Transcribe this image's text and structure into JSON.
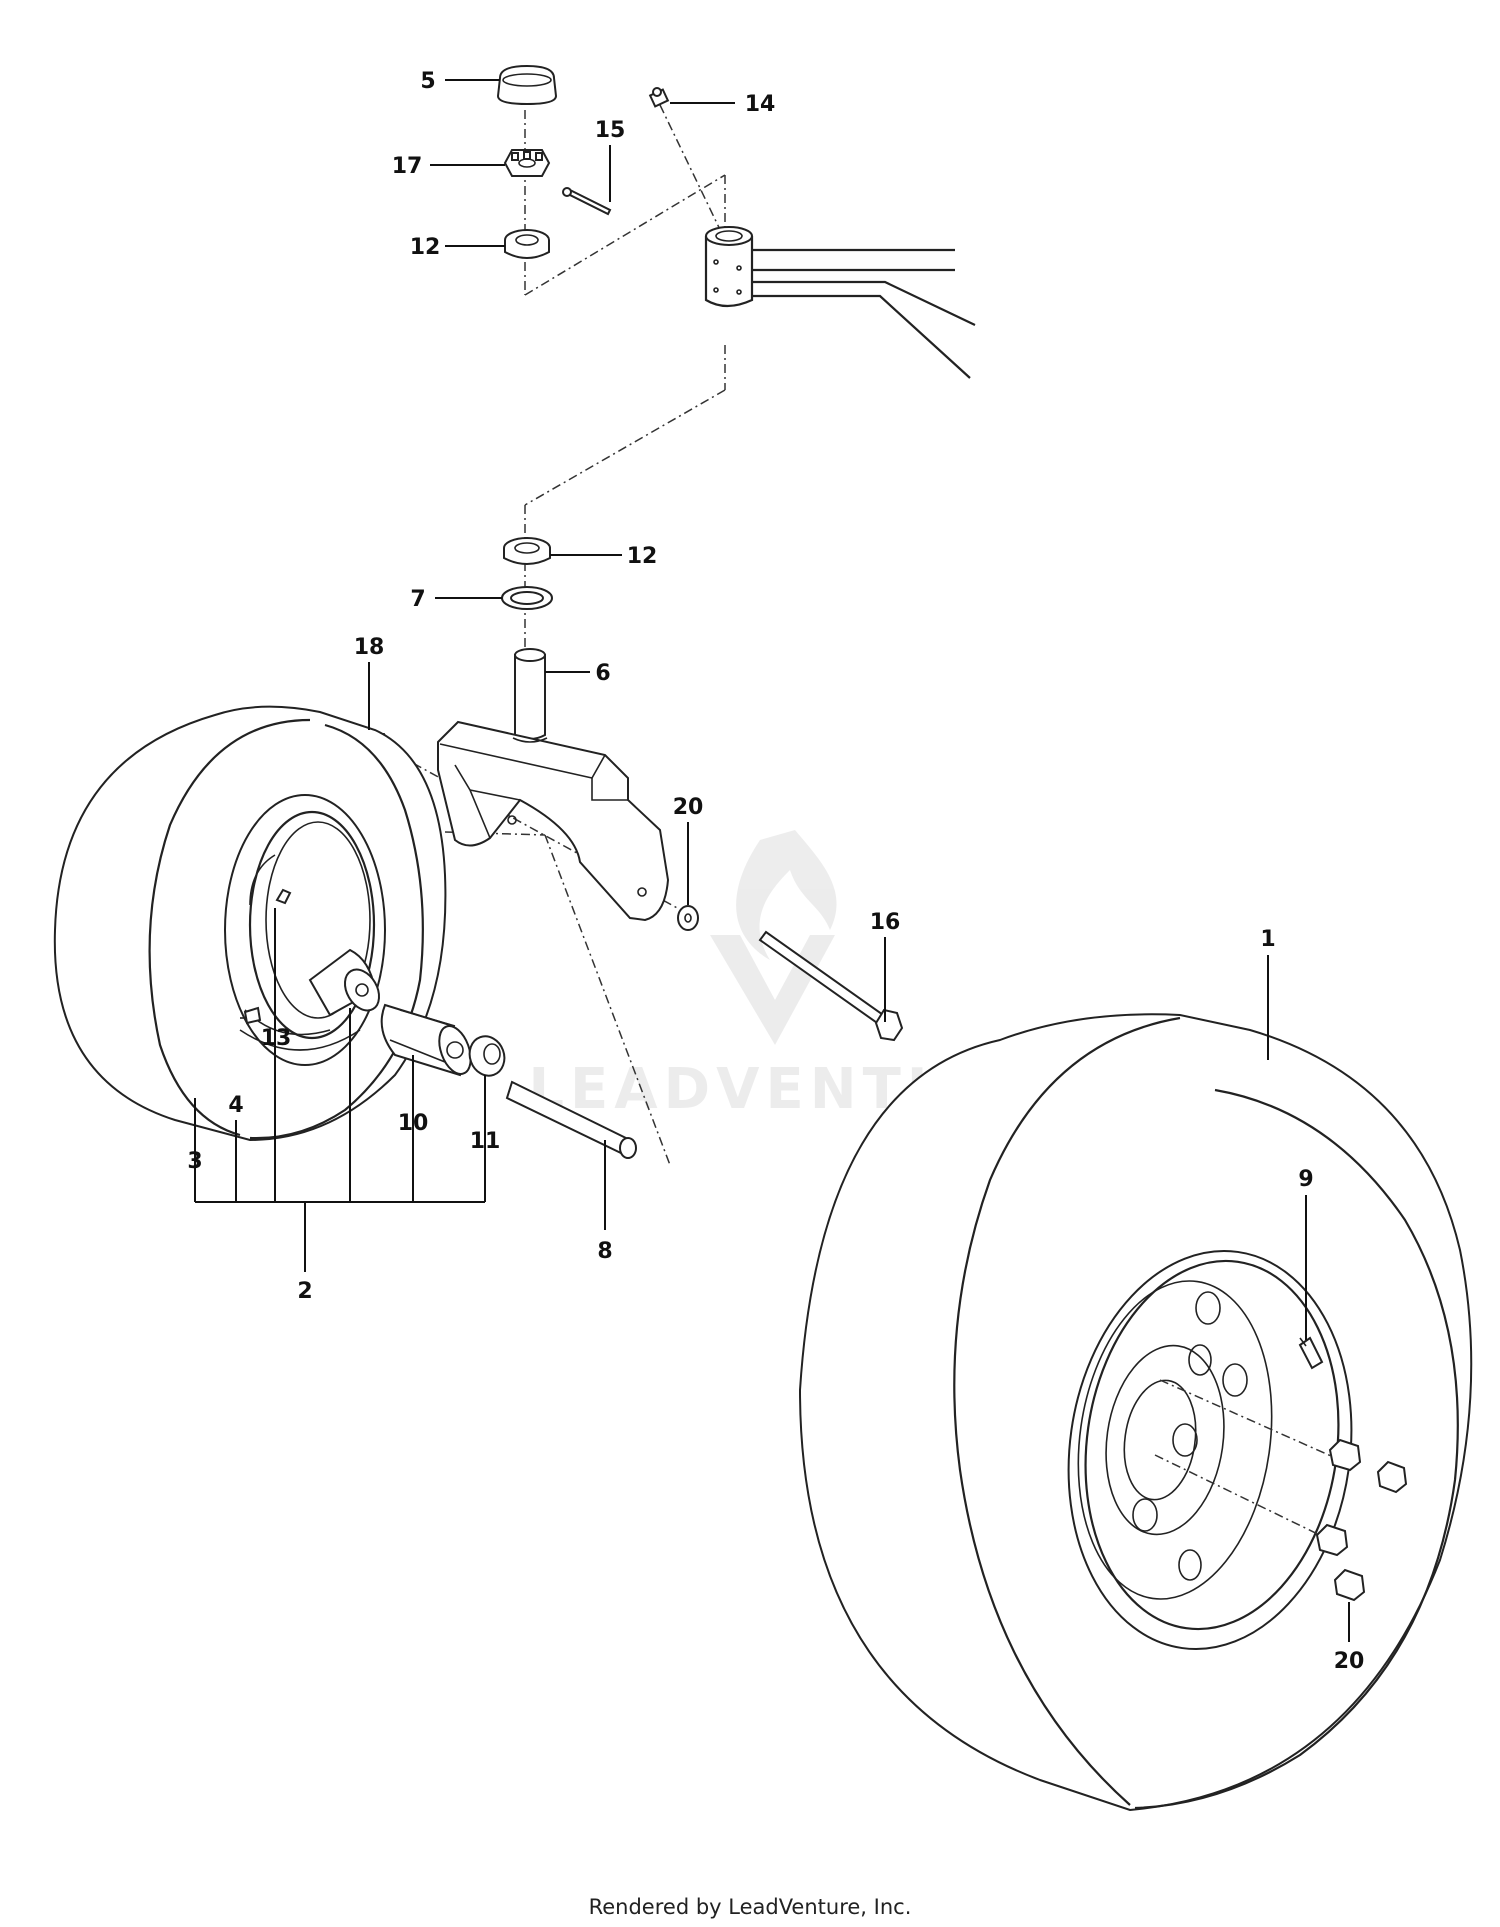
{
  "callouts": {
    "c1": "1",
    "c2": "2",
    "c3": "3",
    "c4": "4",
    "c5": "5",
    "c6": "6",
    "c7": "7",
    "c8": "8",
    "c9": "9",
    "c10": "10",
    "c11": "11",
    "c12a": "12",
    "c12b": "12",
    "c13": "13",
    "c14": "14",
    "c15": "15",
    "c16": "16",
    "c17": "17",
    "c18": "18",
    "c20a": "20",
    "c20b": "20"
  },
  "watermark": "LEADVENTURE",
  "footer": "Rendered by LeadVenture, Inc."
}
